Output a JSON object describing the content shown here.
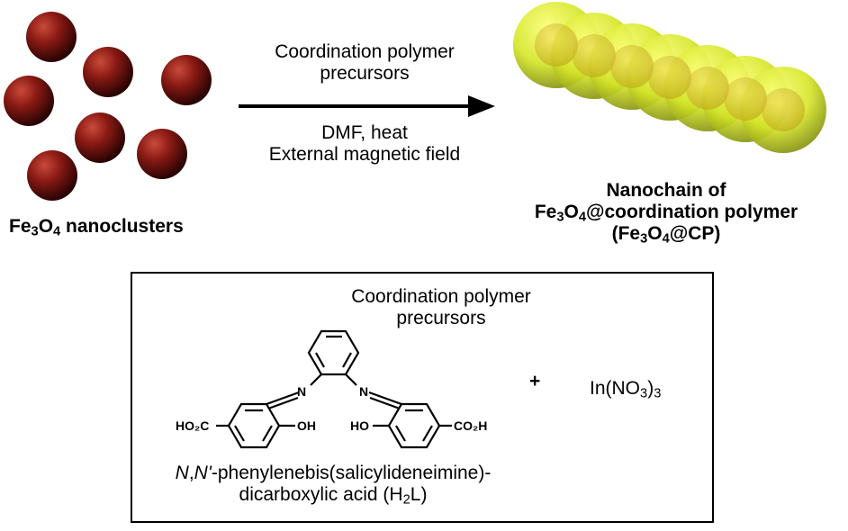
{
  "left_label": {
    "pre": "Fe",
    "s1": "3",
    "mid": "O",
    "s2": "4",
    "post": " nanoclusters"
  },
  "arrow": {
    "above_line1": "Coordination polymer",
    "above_line2": "precursors",
    "below_line1": "DMF, heat",
    "below_line2": "External magnetic field"
  },
  "right_label": {
    "line1": "Nanochain of",
    "line2_pre": "Fe",
    "line2_s1": "3",
    "line2_mid": "O",
    "line2_s2": "4",
    "line2_post": "@coordination polymer",
    "line3_pre": "(Fe",
    "line3_s1": "3",
    "line3_mid": "O",
    "line3_s2": "4",
    "line3_post": "@CP)"
  },
  "box": {
    "title_line1": "Coordination polymer",
    "title_line2": "precursors",
    "plus": "+",
    "salt_pre": "In(NO",
    "salt_s1": "3",
    "salt_mid": ")",
    "salt_s2": "3",
    "ligand_line1_n": "N",
    "ligand_line1_comma": ",",
    "ligand_line1_n2": "N'",
    "ligand_line1_rest": "-phenylenebis(salicylideneimine)-",
    "ligand_line2_pre": "dicarboxylic acid (H",
    "ligand_line2_s": "2",
    "ligand_line2_post": "L)",
    "atoms": {
      "n_left": "N",
      "n_right": "N",
      "hooc": "HO₂C",
      "oh_left": "OH",
      "ho_right": "HO",
      "cooh": "CO₂H"
    }
  },
  "colors": {
    "nanocluster": "#7a1010",
    "chain_bead": "#d8e82a",
    "chain_core": "#c9b21a",
    "arrow": "#000000"
  }
}
